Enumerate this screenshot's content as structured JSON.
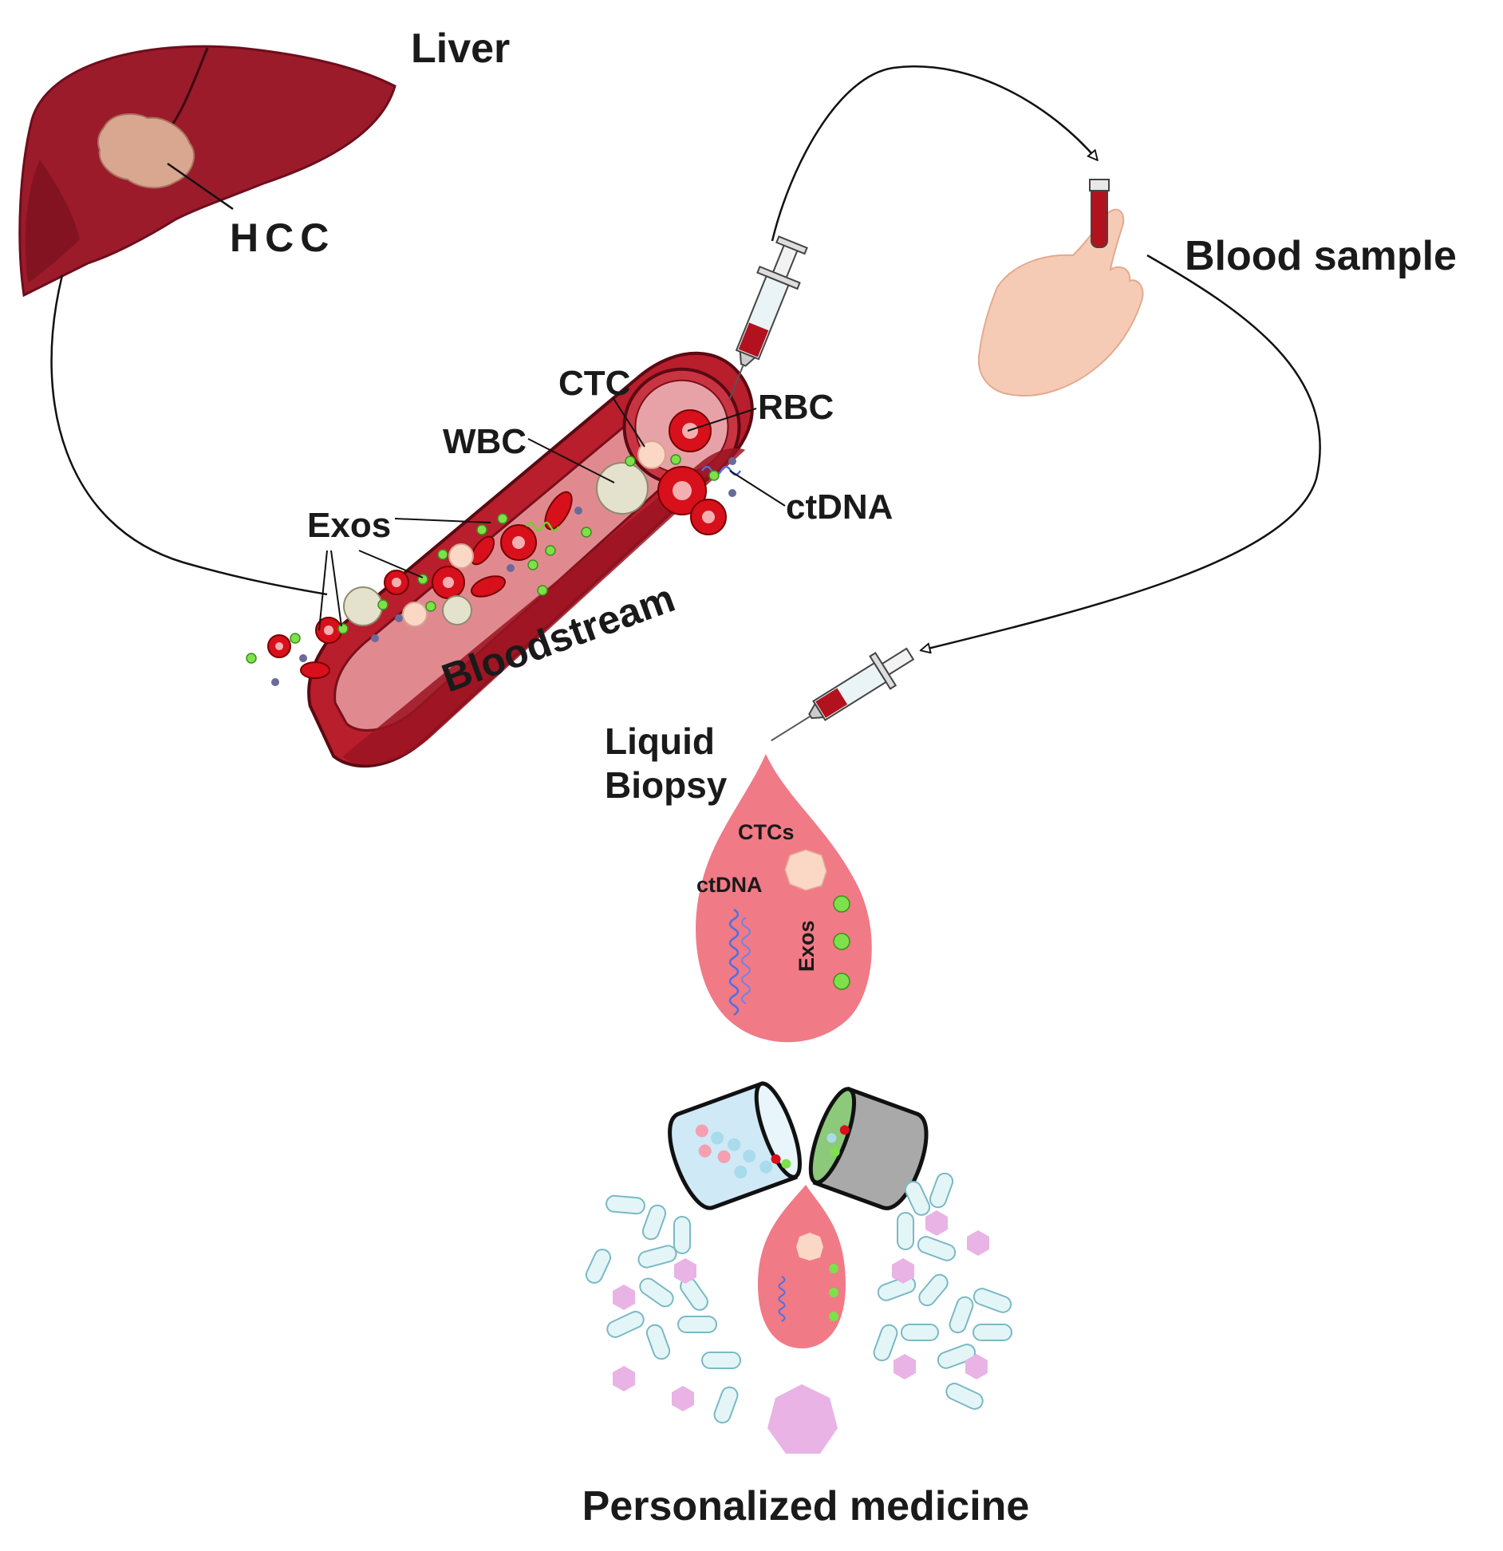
{
  "labels": {
    "liver": "Liver",
    "hcc": "HCC",
    "blood_sample": "Blood sample",
    "ctc": "CTC",
    "rbc": "RBC",
    "wbc": "WBC",
    "ctdna": "ctDNA",
    "exos": "Exos",
    "bloodstream": "Bloodstream",
    "liquid": "Liquid",
    "biopsy": "Biopsy",
    "ctcs_drop": "CTCs",
    "ctdna_drop": "ctDNA",
    "exos_drop": "Exos",
    "personalized_medicine": "Personalized medicine"
  },
  "colors": {
    "liver": "#9b1b2b",
    "liver_dark": "#7a1020",
    "tumor": "#d9a68f",
    "vessel": "#b81e2c",
    "vessel_inner": "#d9707a",
    "rbc": "#d8101c",
    "wbc": "#e4e1cc",
    "ctc": "#fbd7c6",
    "exo": "#7ee04a",
    "drop": "#f07a86",
    "dna": "#4f6fe0",
    "capsule": "#bfe3ea",
    "hexagon": "#e9b3e6",
    "pill_gray": "#a9a9a9"
  }
}
